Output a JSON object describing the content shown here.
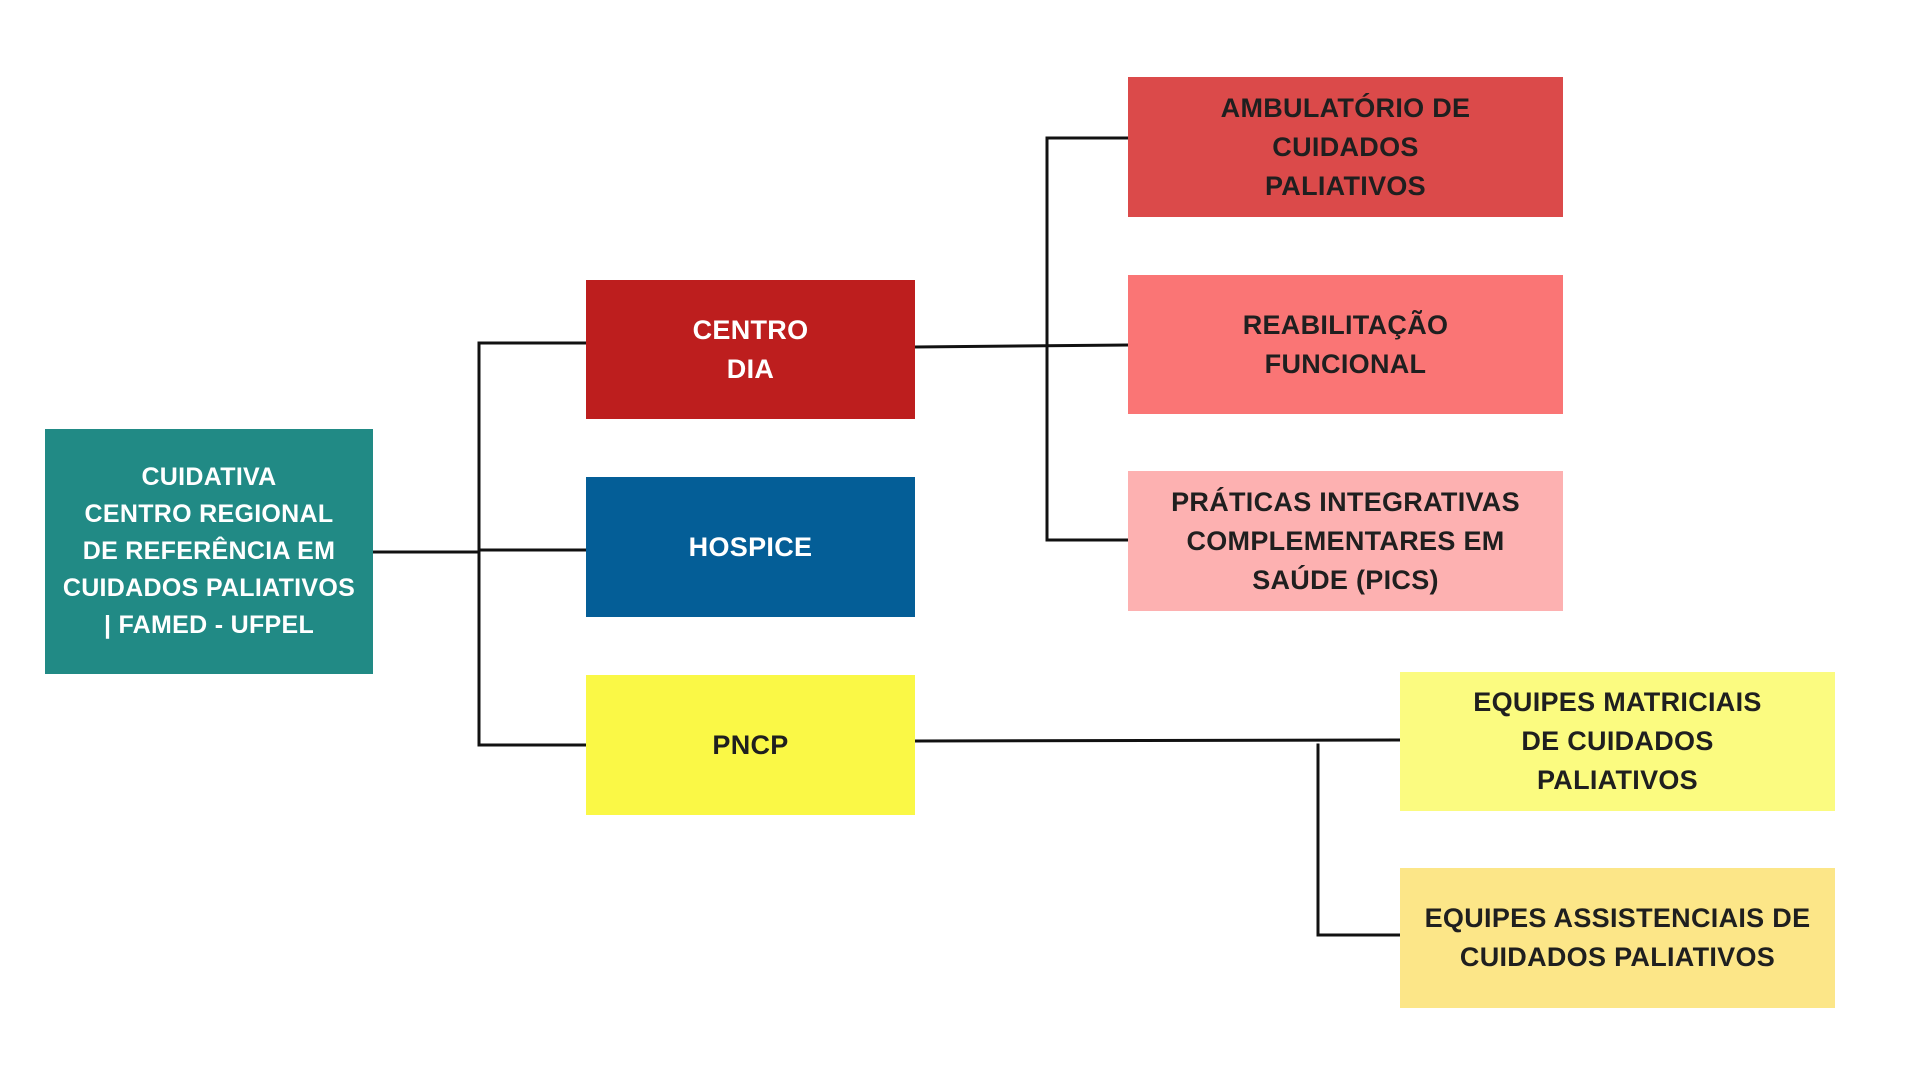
{
  "diagram": {
    "root": {
      "label": "CUIDATIVA\nCENTRO REGIONAL\nDE REFERÊNCIA EM\nCUIDADOS PALIATIVOS\n| FAMED - UFPEL",
      "color": "#218A85"
    },
    "centro_dia": {
      "label": "CENTRO\nDIA",
      "color": "#BD1E1E"
    },
    "hospice": {
      "label": "HOSPICE",
      "color": "#045E97"
    },
    "pncp": {
      "label": "PNCP",
      "color": "#FAF846"
    },
    "ambulatorio": {
      "label": "AMBULATÓRIO DE\nCUIDADOS\nPALIATIVOS",
      "color": "#DB4A4A"
    },
    "reabilitacao": {
      "label": "REABILITAÇÃO\nFUNCIONAL",
      "color": "#FA7575"
    },
    "pics": {
      "label": "PRÁTICAS INTEGRATIVAS\nCOMPLEMENTARES EM\nSAÚDE (PICS)",
      "color": "#FDB1B1"
    },
    "matriciais": {
      "label": "EQUIPES MATRICIAIS\nDE CUIDADOS\nPALIATIVOS",
      "color": "#FBFB80"
    },
    "assistenciais": {
      "label": "EQUIPES ASSISTENCIAIS DE\nCUIDADOS PALIATIVOS",
      "color": "#FCE688"
    },
    "line_color": "#111111"
  }
}
